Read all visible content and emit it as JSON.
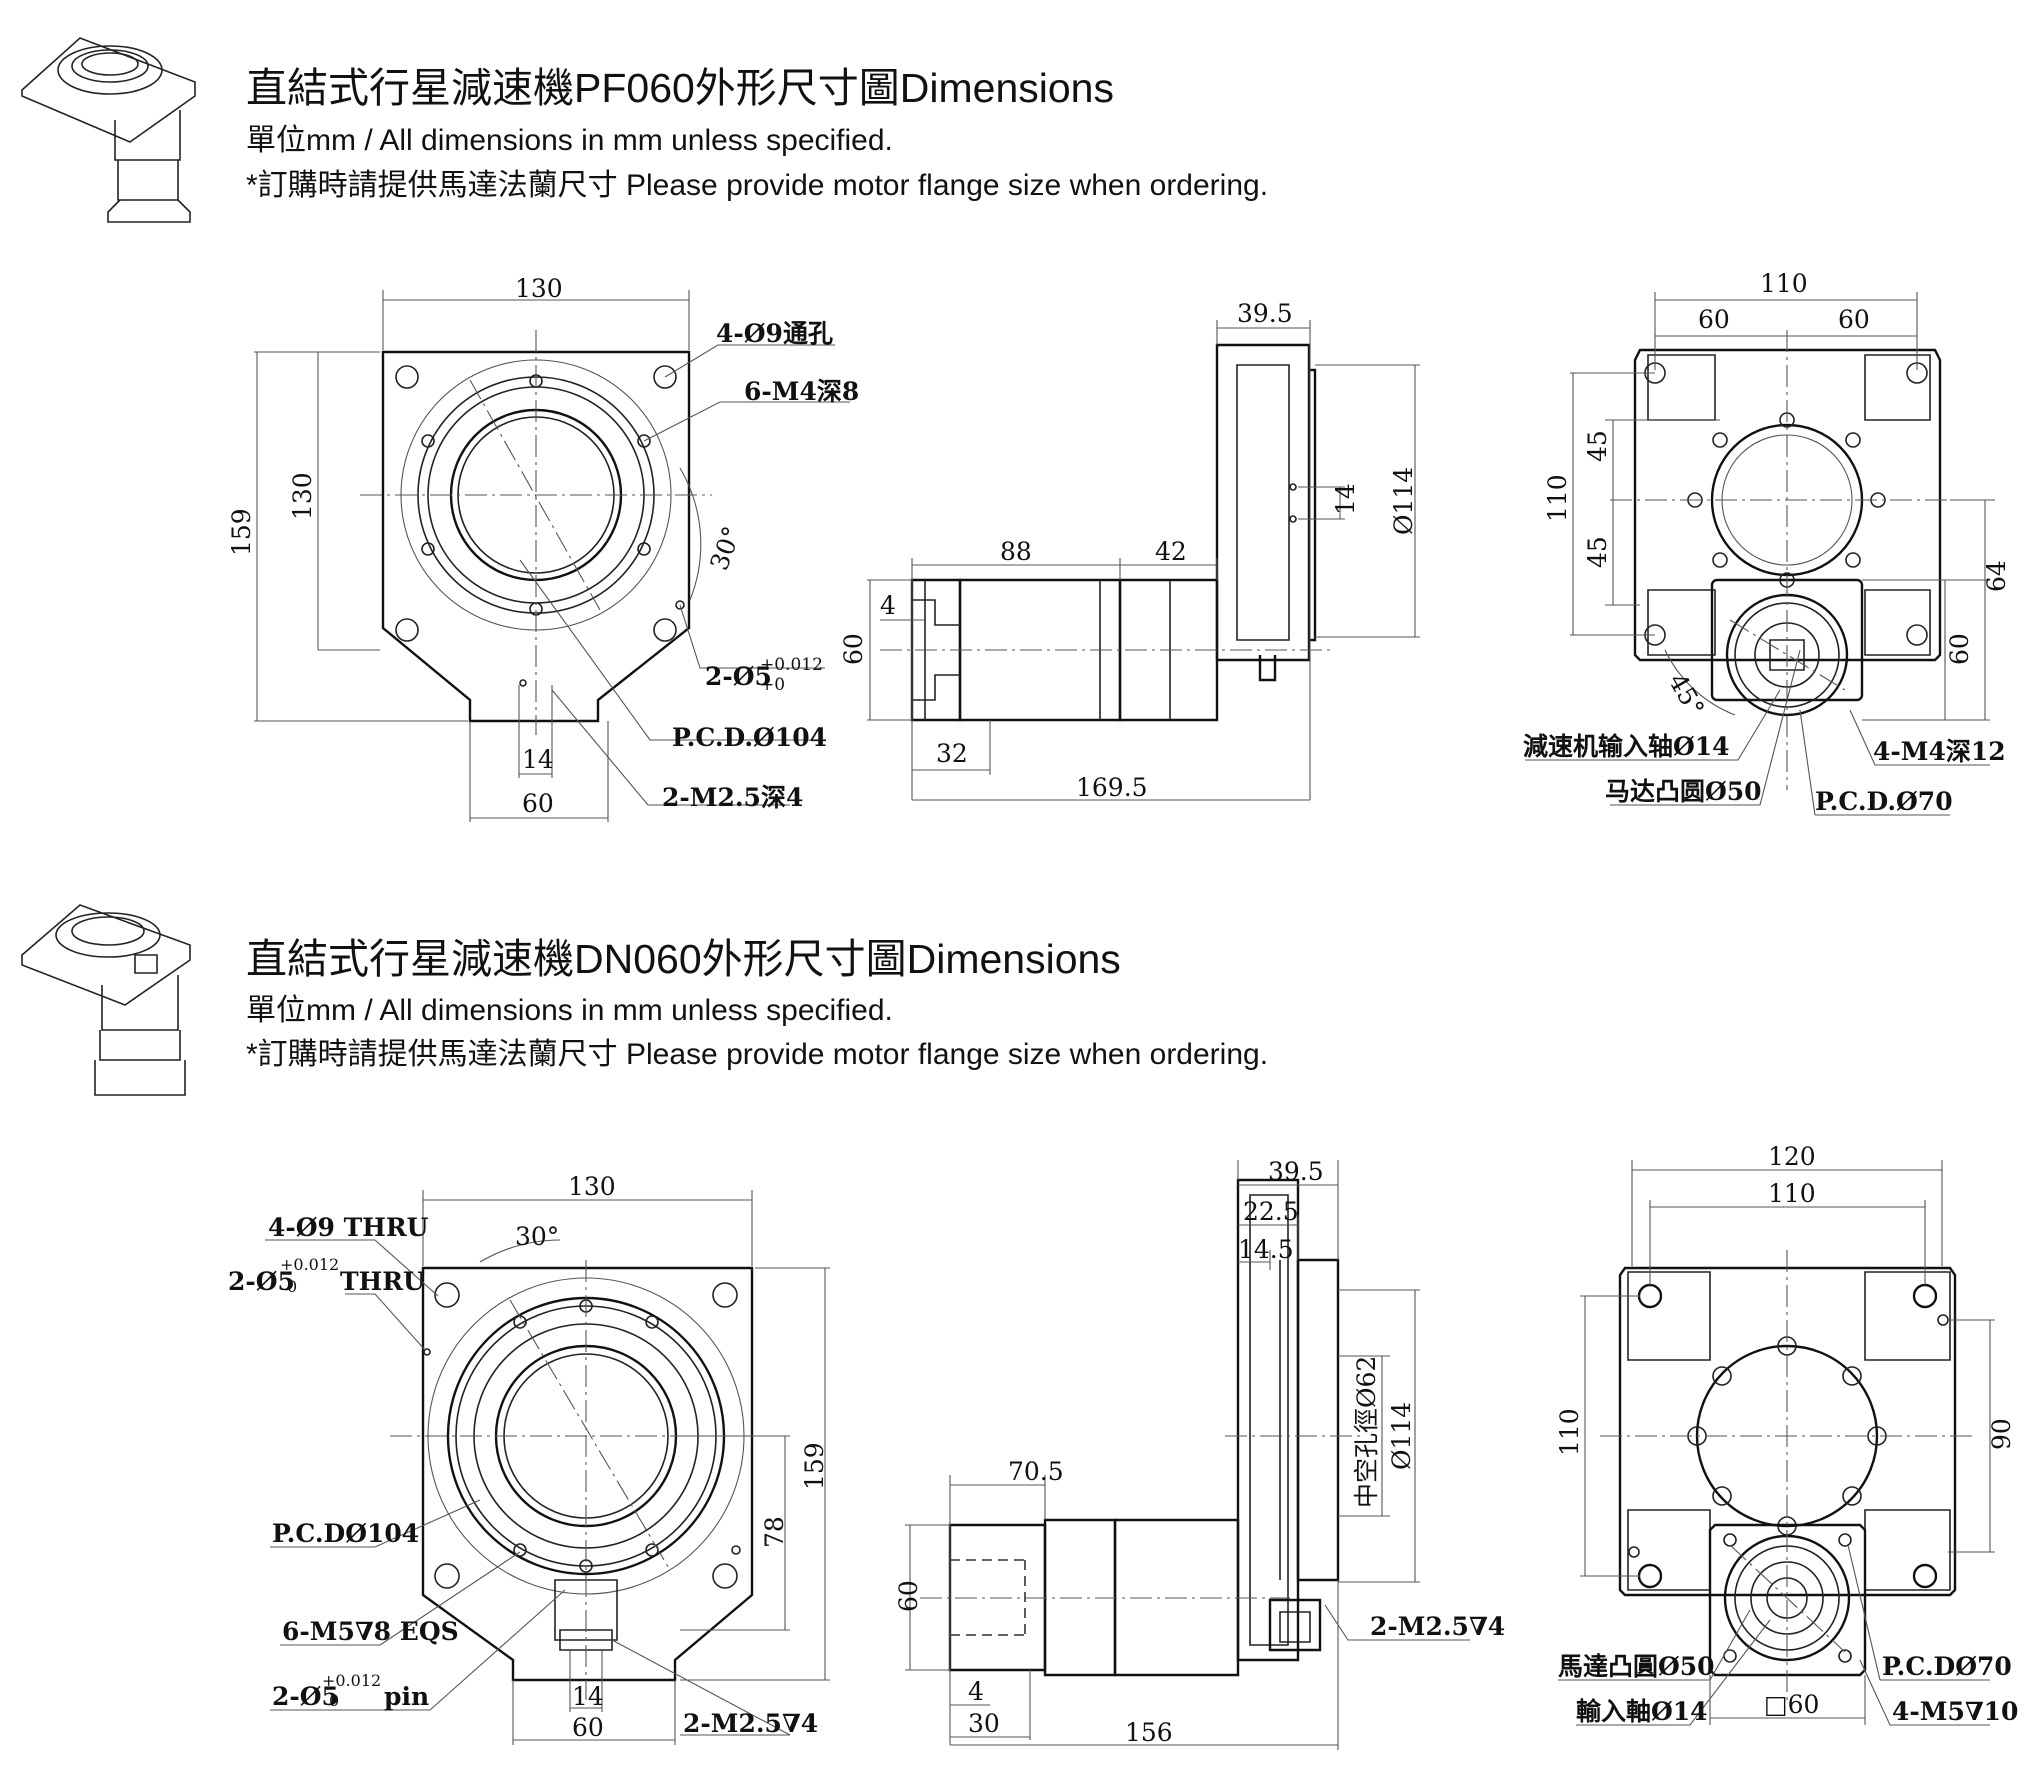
{
  "sections": [
    {
      "title": "直結式行星減速機PF060外形尺寸圖Dimensions",
      "unit_line": "單位mm / All dimensions in mm unless specified.",
      "order_note": "*訂購時請提供馬達法蘭尺寸 Please provide motor flange size when ordering.",
      "front_view": {
        "width_top": "130",
        "height_total": "159",
        "height_inner": "130",
        "holes": "4-Ø9通孔",
        "tapped": "6-M4深8",
        "angle": "30°",
        "pin": "2-Ø5",
        "pin_tol_upper": "+0.012",
        "pin_tol_lower": "+0",
        "pcd": "P.C.D.Ø104",
        "thread": "2-M2.5深4",
        "slot": "14",
        "bottom_width": "60"
      },
      "side_view": {
        "flange_thk": "39.5",
        "len_a": "88",
        "len_b": "42",
        "shaft_step": "4",
        "motor_h": "60",
        "dia_outer": "Ø114",
        "slot": "14",
        "len_c": "32",
        "len_total": "169.5"
      },
      "rear_view": {
        "width_total": "110",
        "half_left": "60",
        "half_right": "60",
        "h_total": "110",
        "h_a": "45",
        "h_b": "45",
        "right_a": "64",
        "right_b": "60",
        "angle": "45°",
        "input_shaft": "減速机输入轴Ø14",
        "motor_boss": "马达凸圆Ø50",
        "pcd": "P.C.D.Ø70",
        "tapped": "4-M4深12"
      }
    },
    {
      "title": "直結式行星減速機DN060外形尺寸圖Dimensions",
      "unit_line": "單位mm / All dimensions in mm unless specified.",
      "order_note": "*訂購時請提供馬達法蘭尺寸 Please provide motor flange size when ordering.",
      "front_view": {
        "width_top": "130",
        "holes": "4-Ø9 THRU",
        "pin_thru": "2-Ø5",
        "pin_tol": "+0.012",
        "pin_tol_lower": "0",
        "thru": "THRU",
        "angle": "30°",
        "pcd": "P.C.DØ104",
        "tapped": "6-M5∇8 EQS",
        "pin": "2-Ø5",
        "pin_word": "pin",
        "height_total": "159",
        "height_lower": "78",
        "slot": "14",
        "bottom_width": "60",
        "thread": "2-M2.5∇4"
      },
      "side_view": {
        "flange_thk": "39.5",
        "step_a": "22.5",
        "step_b": "14.5",
        "len_a": "70.5",
        "motor_h": "60",
        "bore": "中空孔徑Ø62",
        "dia_outer": "Ø114",
        "shaft_step": "4",
        "len_c": "30",
        "len_total": "156",
        "thread": "2-M2.5∇4"
      },
      "rear_view": {
        "width_total": "120",
        "width_inner": "110",
        "h_total": "110",
        "right_h": "90",
        "motor_boss": "馬達凸圓Ø50",
        "input_shaft": "輸入軸Ø14",
        "pcd": "P.C.DØ70",
        "tapped": "4-M5∇10",
        "square": "□60"
      }
    }
  ]
}
